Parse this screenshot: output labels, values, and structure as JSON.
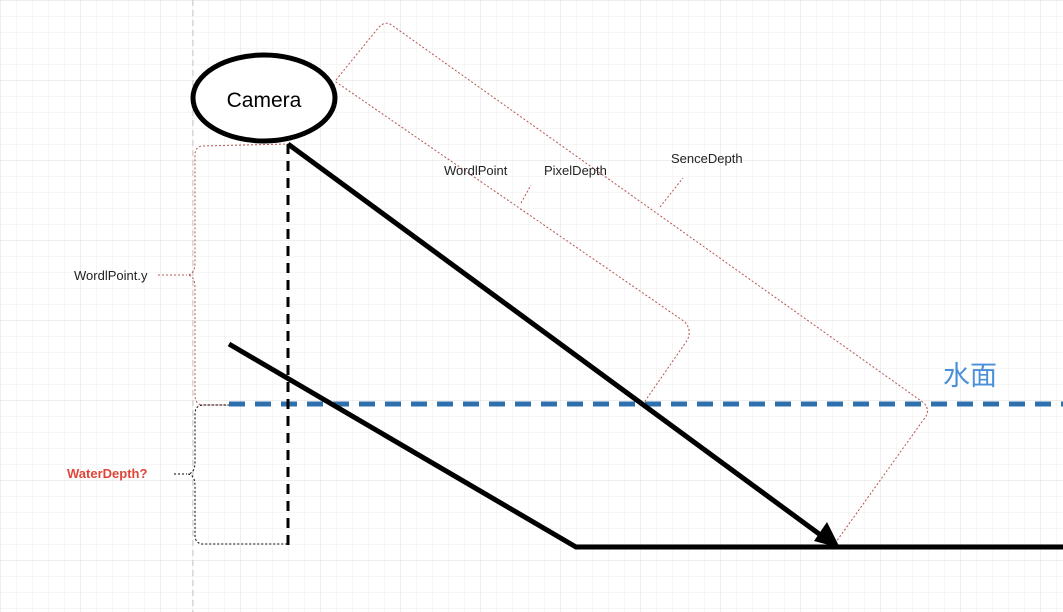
{
  "diagram": {
    "camera_label": "Camera",
    "labels": {
      "world_point": "WordlPoint",
      "pixel_depth": "PixelDepth",
      "scene_depth": "SenceDepth",
      "world_point_y": "WordlPoint.y",
      "water_depth": "WaterDepth?",
      "water_surface": "水面"
    },
    "colors": {
      "grid": "#e6e6e6",
      "bracket_red": "#b85450",
      "water_line": "#2e6fad",
      "water_label": "#4a90d9",
      "water_depth_label": "#e0453a",
      "ink": "#000000"
    }
  }
}
